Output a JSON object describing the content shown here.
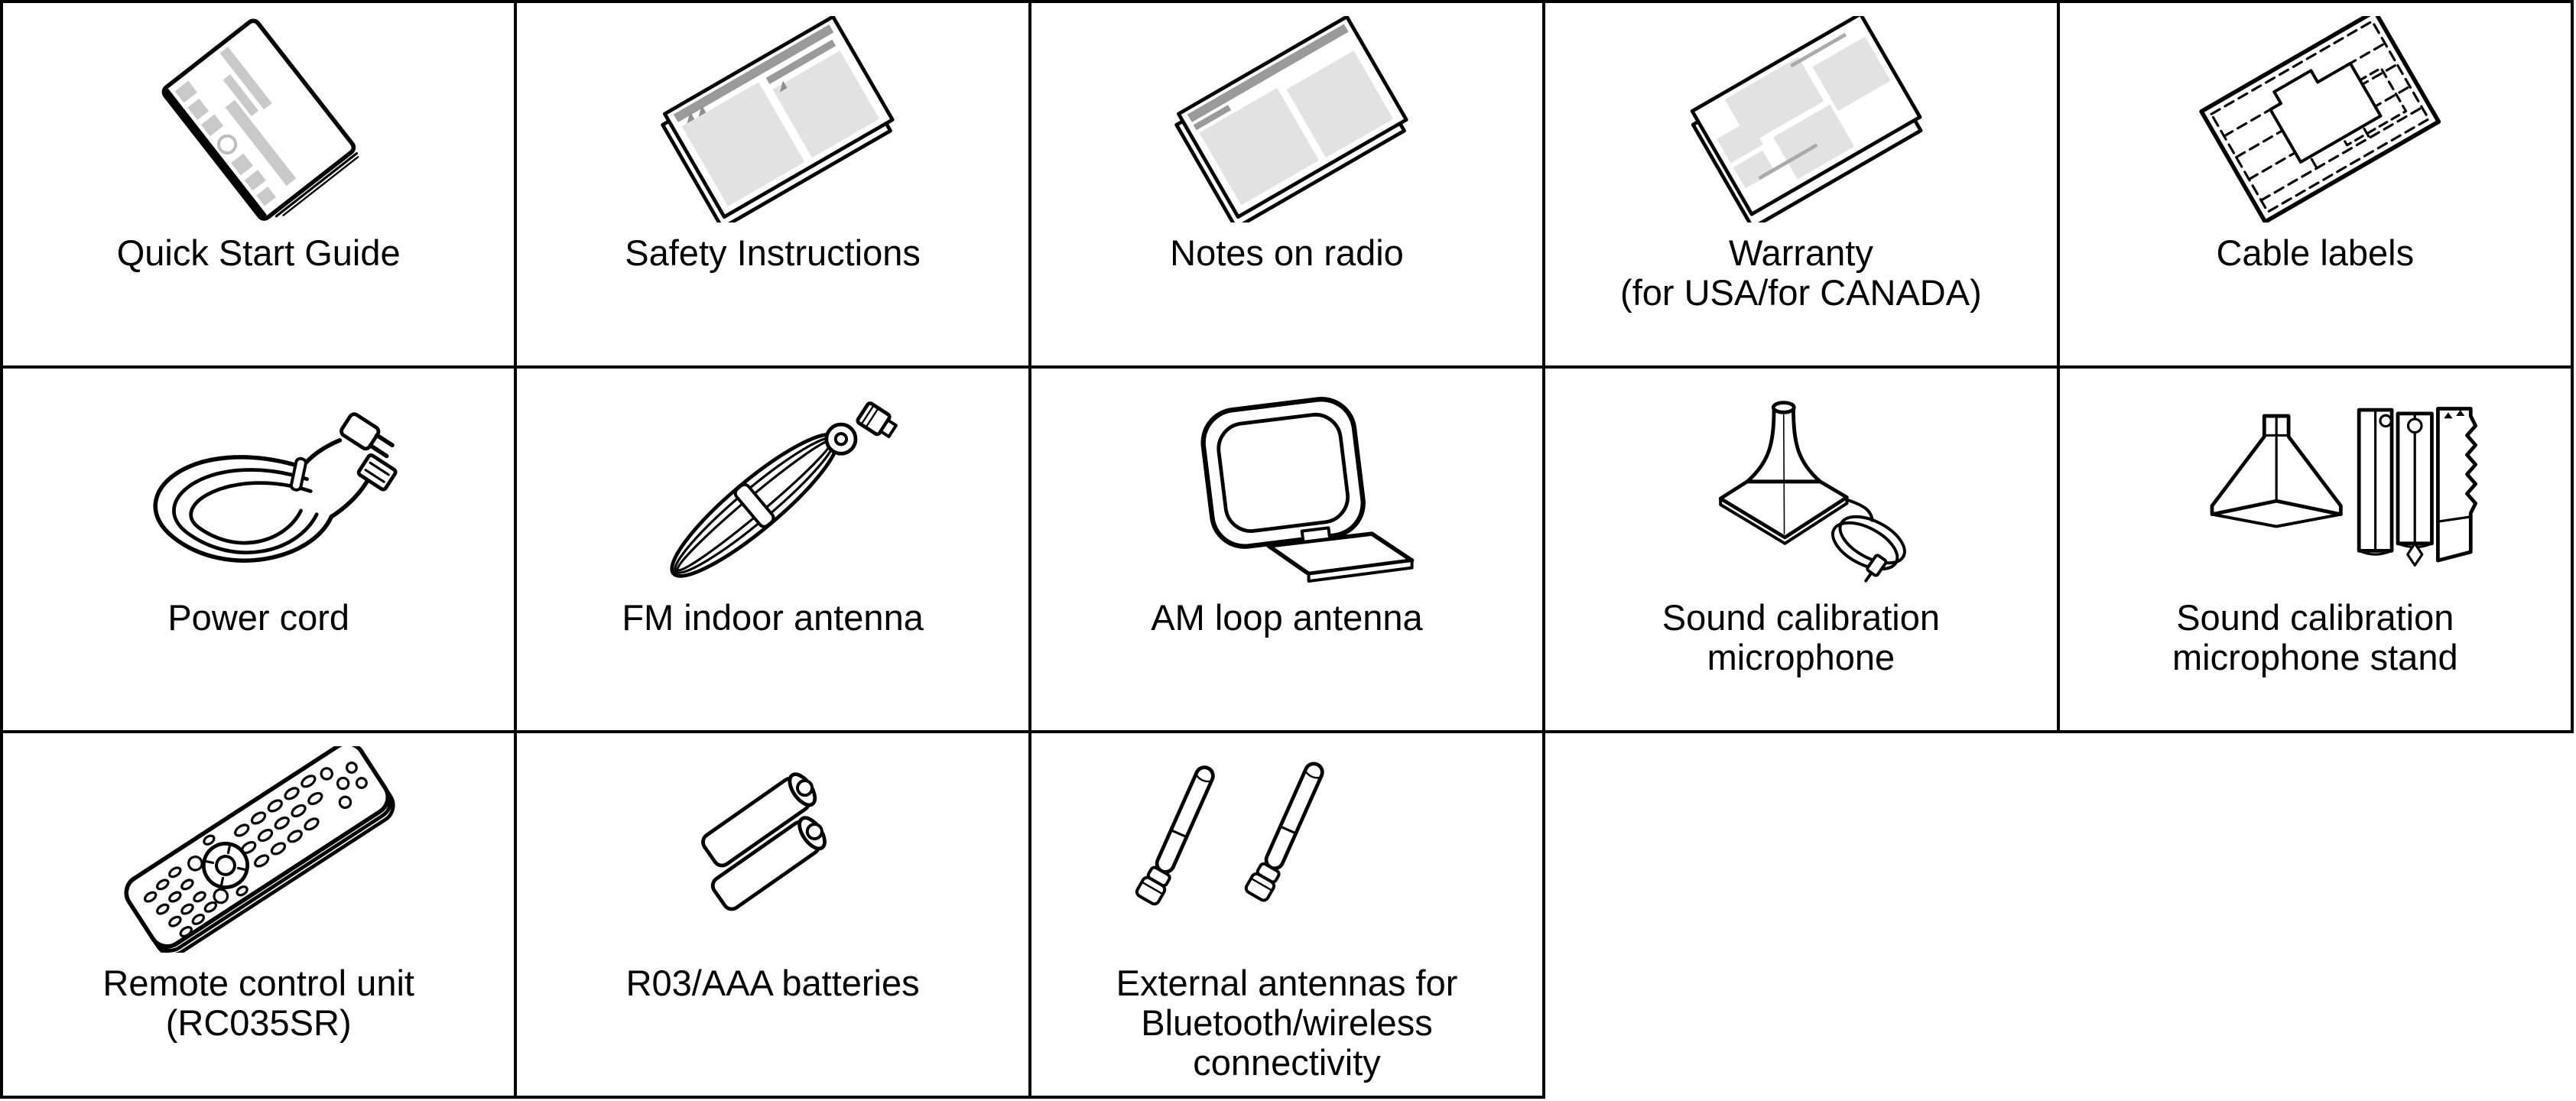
{
  "table": {
    "columns": 5,
    "rows": 3,
    "border_color": "#000000",
    "items": [
      {
        "name": "quick-start-guide",
        "icon": "quick-start-guide-icon",
        "lines": [
          "Quick Start Guide"
        ]
      },
      {
        "name": "safety-instructions",
        "icon": "safety-instructions-icon",
        "lines": [
          "Safety Instructions"
        ]
      },
      {
        "name": "notes-on-radio",
        "icon": "notes-on-radio-icon",
        "lines": [
          "Notes on radio"
        ]
      },
      {
        "name": "warranty",
        "icon": "warranty-icon",
        "lines": [
          "Warranty",
          "(for USA/for CANADA)"
        ]
      },
      {
        "name": "cable-labels",
        "icon": "cable-labels-icon",
        "lines": [
          "Cable labels"
        ]
      },
      {
        "name": "power-cord",
        "icon": "power-cord-icon",
        "lines": [
          "Power cord"
        ]
      },
      {
        "name": "fm-indoor-antenna",
        "icon": "fm-indoor-antenna-icon",
        "lines": [
          "FM indoor antenna"
        ]
      },
      {
        "name": "am-loop-antenna",
        "icon": "am-loop-antenna-icon",
        "lines": [
          "AM loop antenna"
        ]
      },
      {
        "name": "sound-calibration-microphone",
        "icon": "sound-calibration-microphone-icon",
        "lines": [
          "Sound calibration",
          "microphone"
        ]
      },
      {
        "name": "sound-calibration-microphone-stand",
        "icon": "sound-calibration-microphone-stand-icon",
        "lines": [
          "Sound calibration",
          "microphone stand"
        ]
      },
      {
        "name": "remote-control-unit",
        "icon": "remote-control-unit-icon",
        "lines": [
          "Remote control unit",
          "(RC035SR)"
        ]
      },
      {
        "name": "r03-aaa-batteries",
        "icon": "r03-aaa-batteries-icon",
        "lines": [
          "R03/AAA batteries"
        ]
      },
      {
        "name": "external-antennas",
        "icon": "external-antennas-icon",
        "lines": [
          "External antennas for",
          "Bluetooth/wireless",
          "connectivity"
        ]
      }
    ]
  },
  "colors": {
    "background": "#ffffff",
    "line": "#000000",
    "panel_gray": "#e2e2e2",
    "bar_gray": "#9a9a9a",
    "title_bar_gray": "#c9c9c9"
  }
}
